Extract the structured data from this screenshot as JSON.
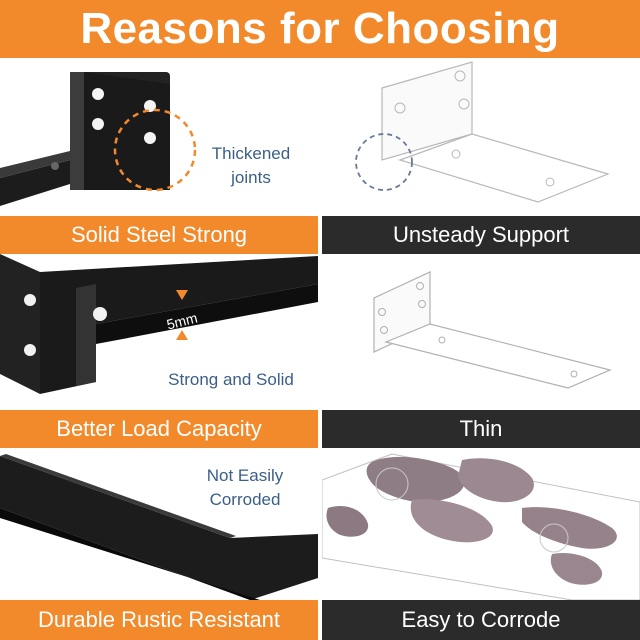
{
  "header": {
    "title": "Reasons for Choosing"
  },
  "left": {
    "row1": {
      "note": "Thickened joints",
      "note_line1": "Thickened",
      "note_line2": "joints",
      "band": "Solid Steel Strong"
    },
    "row2": {
      "dimension": "5mm",
      "note": "Strong and Solid",
      "band": "Better Load Capacity"
    },
    "row3": {
      "note_line1": "Not Easily",
      "note_line2": "Corroded",
      "band": "Durable Rustic Resistant"
    }
  },
  "right": {
    "row1": {
      "band": "Unsteady Support"
    },
    "row2": {
      "band": "Thin"
    },
    "row3": {
      "band": "Easy to Corrode"
    }
  },
  "colors": {
    "accent": "#f28a2c",
    "dark_band": "#2b2b2b",
    "note_text": "#3b5f87",
    "steel": "#1c1c1c"
  }
}
